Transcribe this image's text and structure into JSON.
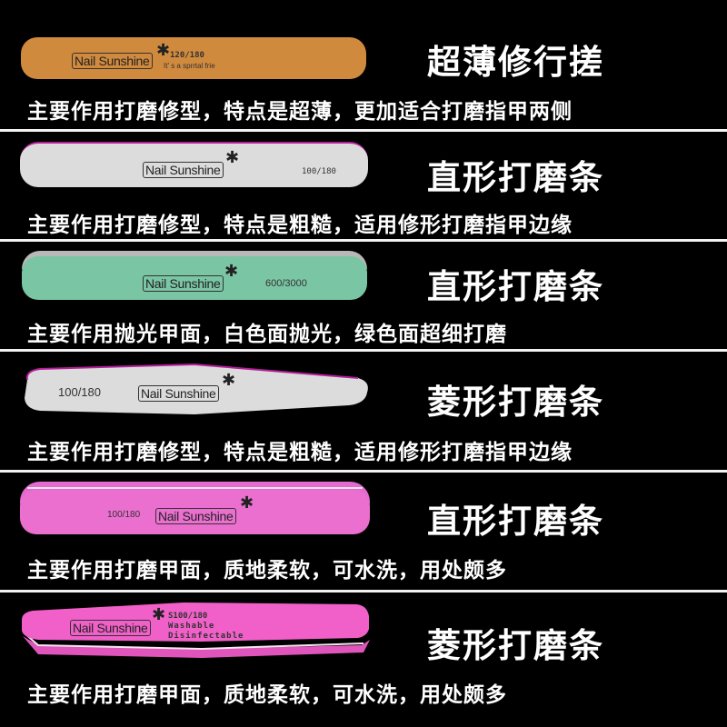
{
  "colors": {
    "background": "#000000",
    "separator": "#f2f2f2",
    "orange_file": "#d08a3e",
    "white_file": "#dcdcdc",
    "green_file": "#7ac5a4",
    "pink_file": "#ea6fcf",
    "hot_pink_file": "#f060c8",
    "edge_magenta": "#b3209a"
  },
  "sections": [
    {
      "title": "超薄修行搓",
      "description": "主要作用打磨修型，特点是超薄，更加适合打磨指甲两侧",
      "product": {
        "brand": "Nail Sunshine",
        "grit": "120/180",
        "subtext": "It' s a sprrtal frie",
        "shape": "straight",
        "color": "orange"
      }
    },
    {
      "title": "直形打磨条",
      "description": "主要作用打磨修型，特点是粗糙，适用修形打磨指甲边缘",
      "product": {
        "brand": "Nail Sunshine",
        "grit": "100/180",
        "shape": "straight",
        "color": "white"
      }
    },
    {
      "title": "直形打磨条",
      "description": "主要作用抛光甲面，白色面抛光，绿色面超细打磨",
      "product": {
        "brand": "Nail Sunshine",
        "grit": "600/3000",
        "shape": "straight",
        "color": "green"
      }
    },
    {
      "title": "菱形打磨条",
      "description": "主要作用打磨修型，特点是粗糙，适用修形打磨指甲边缘",
      "product": {
        "brand": "Nail Sunshine",
        "grit": "100/180",
        "shape": "diamond",
        "color": "white"
      }
    },
    {
      "title": "直形打磨条",
      "description": "主要作用打磨甲面，质地柔软，可水洗，用处颇多",
      "product": {
        "brand": "Nail Sunshine",
        "grit": "100/180",
        "shape": "straight",
        "color": "pink"
      }
    },
    {
      "title": "菱形打磨条",
      "description": "主要作用打磨甲面，质地柔软，可水洗，用处颇多",
      "product": {
        "brand": "Nail Sunshine",
        "grit": "S100/180",
        "line2": "Washable",
        "line3": "Disinfectable",
        "shape": "diamond",
        "color": "hot-pink"
      }
    }
  ]
}
